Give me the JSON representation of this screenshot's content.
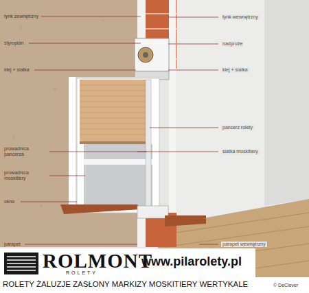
{
  "diagram": {
    "labels": [
      "tynk zewnętrzny",
      "styropian",
      "klej + siatka",
      "prowadnica pancerza",
      "prowadnica moskitiery",
      "okno",
      "parapet",
      "tynk wewnętrzny",
      "nadproże",
      "klej + siatka",
      "pancerz rolety",
      "siatka moskitiery",
      "parapet wewnętrzny",
      "© DeClever",
      "ROLMONT",
      "ROLETY",
      "www.pilarolety.pl",
      "ROLETY ŻALUZJE ZASŁONY MARKIZY MOSKITIERY WERTYKALE"
    ]
  }
}
